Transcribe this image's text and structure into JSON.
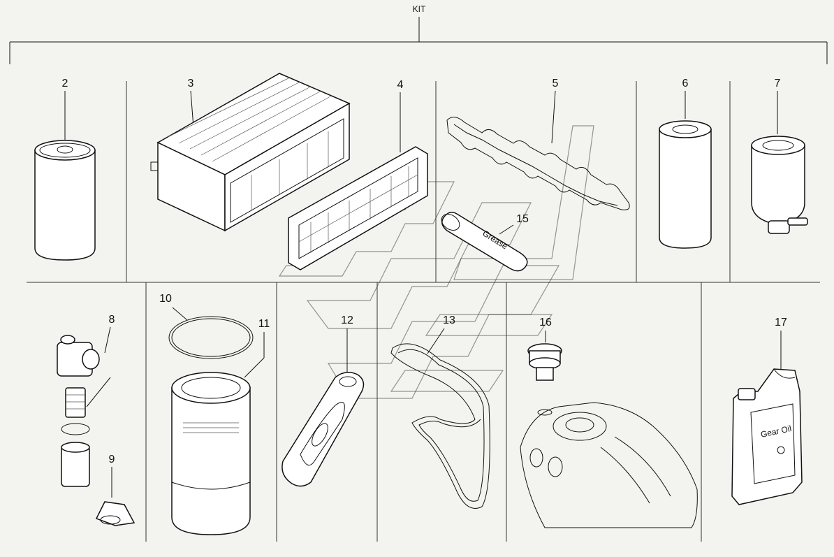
{
  "title": "KIT",
  "callouts": {
    "c2": "2",
    "c3": "3",
    "c4": "4",
    "c5": "5",
    "c6": "6",
    "c7": "7",
    "c8": "8",
    "c9": "9",
    "c10": "10",
    "c11": "11",
    "c12": "12",
    "c13": "13",
    "c15": "15",
    "c16": "16",
    "c17": "17"
  },
  "product_labels": {
    "grease": "Grease",
    "gear_oil": "Gear Oil"
  }
}
